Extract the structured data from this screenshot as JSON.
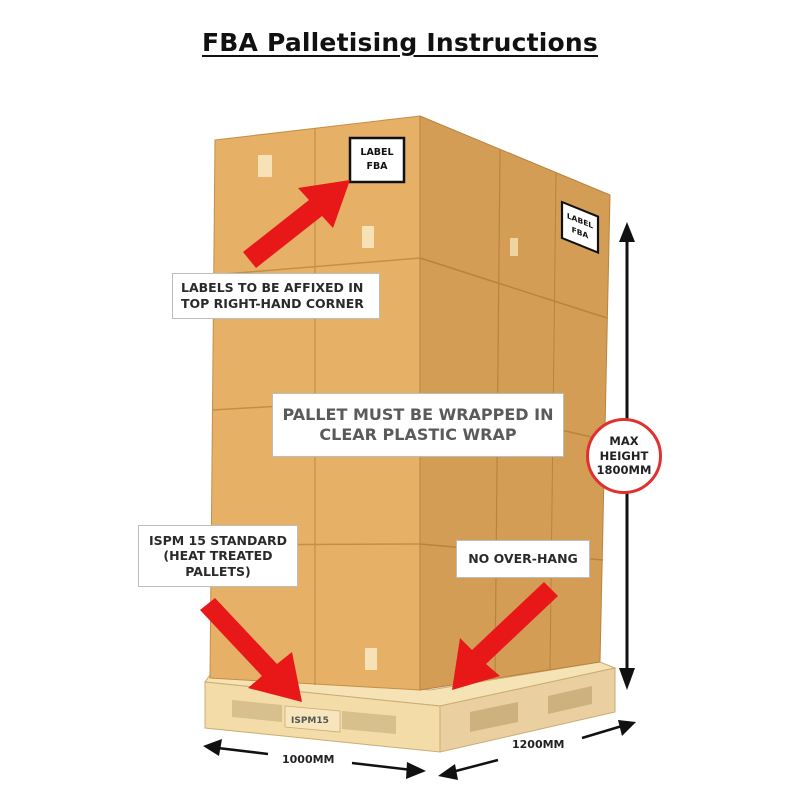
{
  "title": "FBA Palletising Instructions",
  "box_label": {
    "line1": "LABEL",
    "line2": "FBA"
  },
  "callouts": {
    "labels": "LABELS TO BE AFFIXED IN\nTOP RIGHT-HAND CORNER",
    "wrap": "PALLET MUST BE WRAPPED IN\nCLEAR PLASTIC WRAP",
    "ispm": "ISPM 15 STANDARD\n(HEAT TREATED\nPALLETS)",
    "overhang": "NO OVER-HANG"
  },
  "max_height": "MAX\nHEIGHT\n1800MM",
  "pallet_stamp": "ISPM15",
  "dimensions": {
    "width": "1000MM",
    "depth": "1200MM"
  },
  "colors": {
    "box": "#e8b46a",
    "box_side": "#d9a35b",
    "box_top": "#f0c07a",
    "arrow": "#e81818",
    "pallet": "#f3dca8",
    "circle": "#e03030"
  }
}
